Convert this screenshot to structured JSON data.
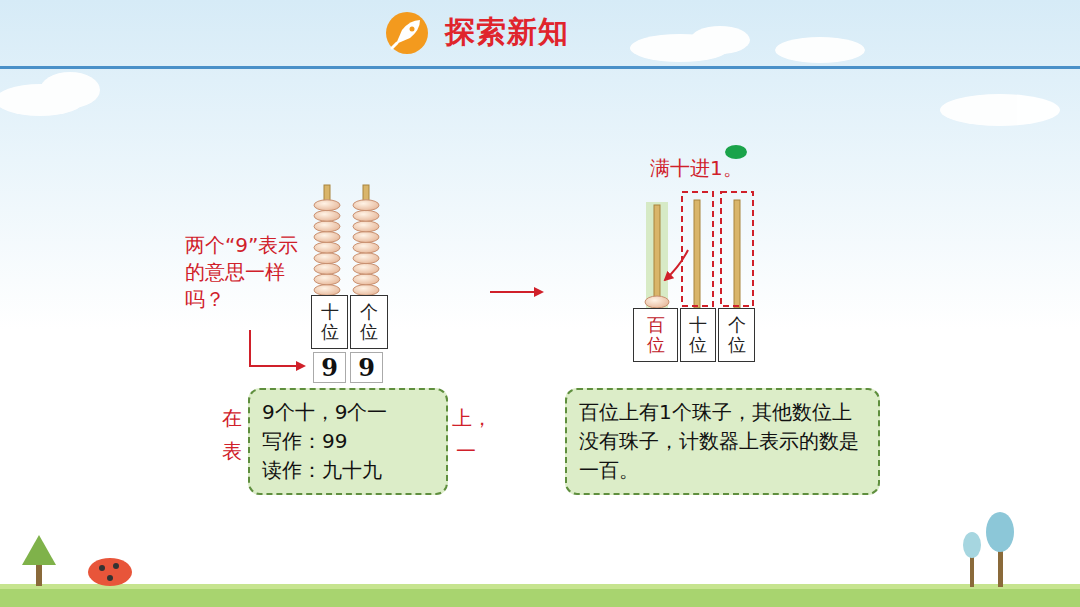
{
  "diagram": {
    "title": "探索新知",
    "nodes": [
      {
        "text": [
          "十位"
        ]
      },
      {
        "text": [
          "个位"
        ]
      },
      {
        "text": [
          "9"
        ]
      },
      {
        "text": [
          "9"
        ]
      },
      {
        "text": [
          "9个十，9个一",
          "写作：99",
          "读作：九十九"
        ]
      },
      {
        "text": [
          "百位"
        ]
      },
      {
        "text": [
          "十位"
        ]
      },
      {
        "text": [
          "个位"
        ]
      },
      {
        "text": [
          "百位上有1个珠子，其他数位上没有珠子，计数器上表示的数是一百。"
        ]
      }
    ],
    "labels": [
      "两个“9”表示的意思一样吗？",
      "在",
      "上，",
      "表",
      "一",
      "满十进1。"
    ]
  }
}
